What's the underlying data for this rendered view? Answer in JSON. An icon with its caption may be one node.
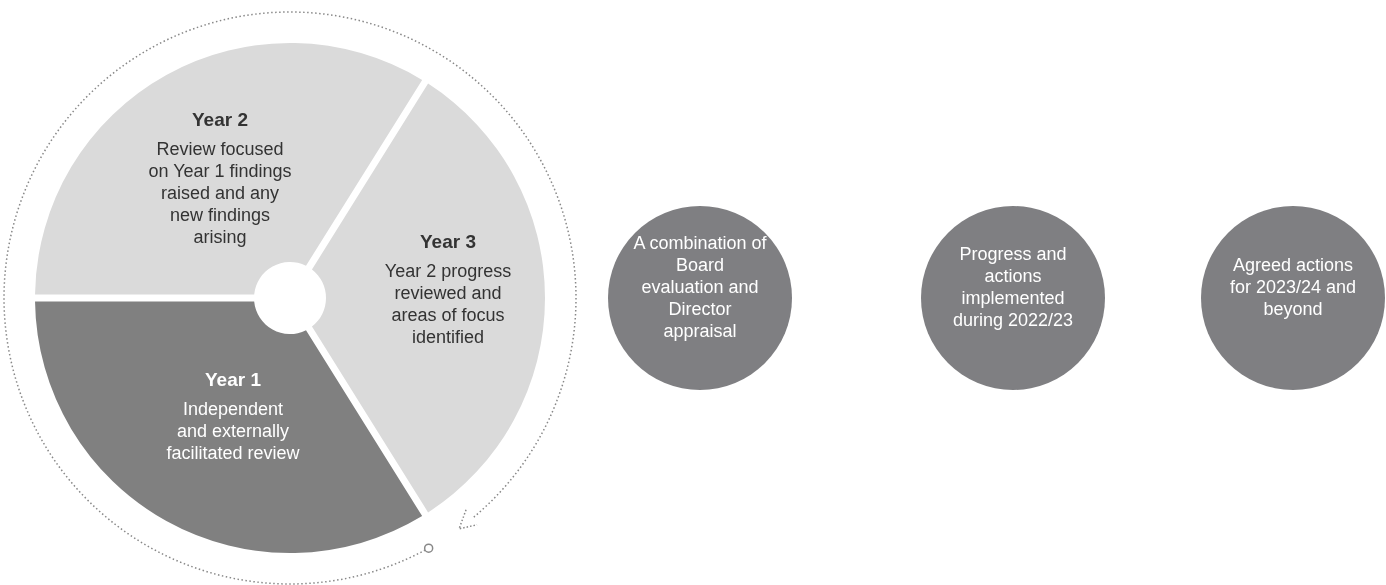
{
  "diagram": {
    "nodes": [
      {
        "text": [
          "Year 2",
          "Review focused on Year 1 findings raised and any new findings arising"
        ]
      },
      {
        "text": [
          "Year 3",
          "Year 2 progress reviewed and areas of focus identified"
        ]
      },
      {
        "text": [
          "Year 1",
          "Independent and externally facilitated review"
        ]
      },
      {
        "text": [
          "A combination of Board evaluation and Director appraisal"
        ]
      },
      {
        "text": [
          "Progress and actions implemented during 2022/23"
        ]
      },
      {
        "text": [
          "Agreed actions for 2023/24 and beyond"
        ]
      }
    ]
  }
}
